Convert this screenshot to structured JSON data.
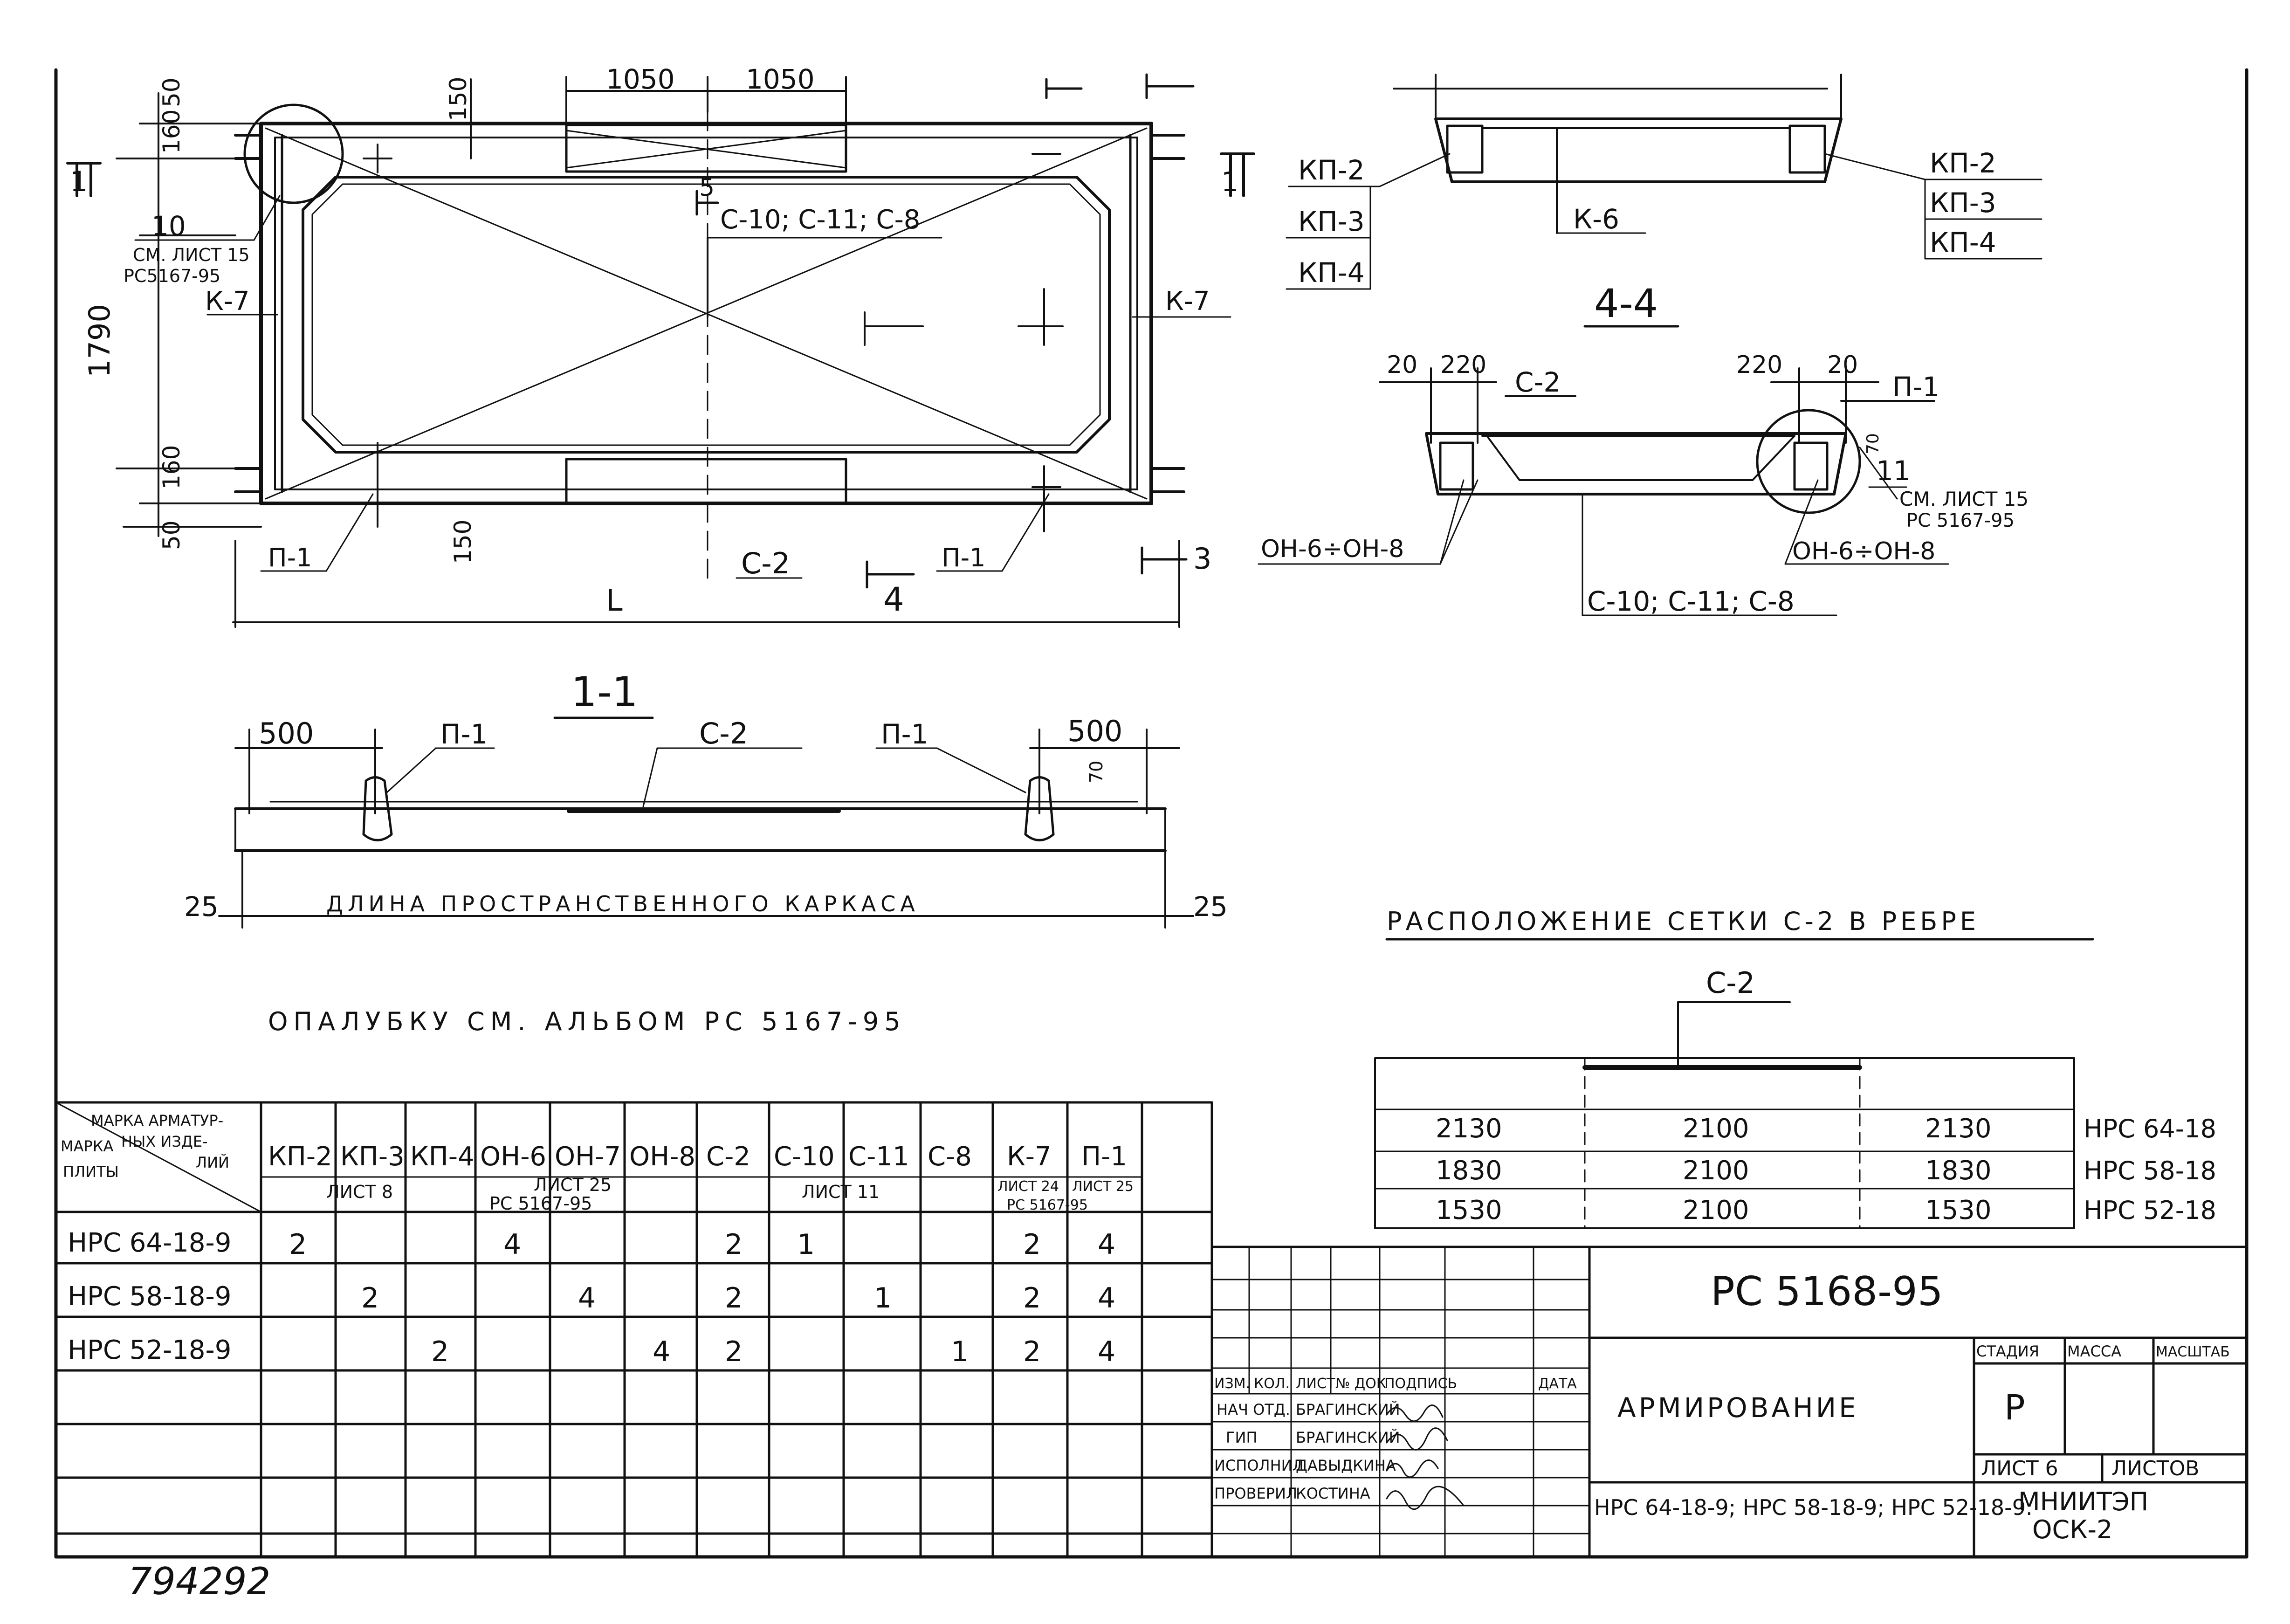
{
  "plan": {
    "dims_top": [
      "1050",
      "1050",
      "150",
      "50",
      "160"
    ],
    "dim_height": "1790",
    "dim_bottom": [
      "160",
      "50",
      "150"
    ],
    "dim_length": "L",
    "callout_10": "10",
    "callout_10_ref1": "СМ. ЛИСТ 15",
    "callout_10_ref2": "РС5167-95",
    "k7_left": "К-7",
    "k7_right": "К-7",
    "mesh_label": "С-10; С-11; С-8",
    "p1_left": "П-1",
    "p1_right": "П-1",
    "c2_label": "С-2",
    "sec1": "1",
    "sec3": "3",
    "sec4": "4",
    "sec5": "5"
  },
  "section33": {
    "left_labels": [
      "КП-2",
      "КП-3",
      "КП-4"
    ],
    "right_labels": [
      "КП-2",
      "КП-3",
      "КП-4"
    ],
    "k6": "К-6",
    "sec1": "1"
  },
  "section44": {
    "title": "4-4",
    "d20_left": "20",
    "d220_left": "220",
    "d220_right": "220",
    "d20_right": "20",
    "c2": "С-2",
    "p1": "П-1",
    "d70": "70",
    "callout_11": "11",
    "ref1": "СМ. ЛИСТ 15",
    "ref2": "РС 5167-95",
    "on_left": "ОН-6÷ОН-8",
    "on_right": "ОН-6÷ОН-8",
    "mesh": "С-10; С-11; С-8"
  },
  "section11": {
    "title": "1-1",
    "d500_left": "500",
    "p1_left": "П-1",
    "c2": "С-2",
    "p1_right": "П-1",
    "d500_right": "500",
    "d70": "70",
    "d25_left": "25",
    "d25_right": "25",
    "length_text": "ДЛИНА ПРОСТРАНСТВЕННОГО КАРКАСА"
  },
  "note": "ОПАЛУБКУ СМ. АЛЬБОМ РС 5167-95",
  "mesh_layout": {
    "title": "РАСПОЛОЖЕНИЕ СЕТКИ С-2 В РЕБРЕ",
    "c2": "С-2",
    "rows": [
      {
        "left": "2130",
        "mid": "2100",
        "right": "2130",
        "mark": "НРС 64-18"
      },
      {
        "left": "1830",
        "mid": "2100",
        "right": "1830",
        "mark": "НРС 58-18"
      },
      {
        "left": "1530",
        "mid": "2100",
        "right": "1530",
        "mark": "НРС 52-18"
      }
    ]
  },
  "spec_table": {
    "corner_top": "МАРКА АРМАТУР-",
    "corner_mid": "НЫХ ИЗДЕ-",
    "corner_mid_left": "МАРКА",
    "corner_bottom": "ЛИЙ",
    "corner_bottom_left": "ПЛИТЫ",
    "columns": [
      "КП-2",
      "КП-3",
      "КП-4",
      "ОН-6",
      "ОН-7",
      "ОН-8",
      "С-2",
      "С-10",
      "С-11",
      "С-8",
      "К-7",
      "П-1"
    ],
    "group_refs": [
      {
        "text": "ЛИСТ 8"
      },
      {
        "text": "ЛИСТ 25"
      },
      {
        "text": "РС 5167-95"
      },
      {
        "text": "ЛИСТ 11"
      },
      {
        "text": "ЛИСТ 24"
      },
      {
        "text": "ЛИСТ 25"
      },
      {
        "text": "РС 5167-95"
      }
    ],
    "rows": [
      {
        "mark": "НРС 64-18-9",
        "cells": [
          "2",
          "",
          "",
          "4",
          "",
          "",
          "2",
          "1",
          "",
          "",
          "2",
          "4"
        ]
      },
      {
        "mark": "НРС 58-18-9",
        "cells": [
          "",
          "2",
          "",
          "",
          "4",
          "",
          "2",
          "",
          "1",
          "",
          "2",
          "4"
        ]
      },
      {
        "mark": "НРС 52-18-9",
        "cells": [
          "",
          "",
          "2",
          "",
          "",
          "4",
          "2",
          "",
          "",
          "1",
          "2",
          "4"
        ]
      }
    ]
  },
  "title_block": {
    "doc_code": "РС 5168-95",
    "title": "АРМИРОВАНИЕ",
    "products": "НРС 64-18-9; НРС 58-18-9; НРС 52-18-9.",
    "stage_header": "СТАДИЯ",
    "mass_header": "МАССА",
    "scale_header": "МАСШТАБ",
    "stage_value": "Р",
    "sheet_label": "ЛИСТ 6",
    "sheets_label": "ЛИСТОВ",
    "org_line1": "МНИИТЭП",
    "org_line2": "ОСК-2",
    "rev_headers": [
      "ИЗМ.",
      "КОЛ.",
      "ЛИСТ",
      "№ ДОК",
      "ПОДПИСЬ",
      "ДАТА"
    ],
    "staff": [
      {
        "role": "НАЧ ОТД.",
        "name": "БРАГИНСКИЙ"
      },
      {
        "role": "ГИП",
        "name": "БРАГИНСКИЙ"
      },
      {
        "role": "ИСПОЛНИЛ",
        "name": "ДАВЫДКИНА"
      },
      {
        "role": "ПРОВЕРИЛ",
        "name": "КОСТИНА"
      }
    ]
  },
  "inventory_number": "794292"
}
